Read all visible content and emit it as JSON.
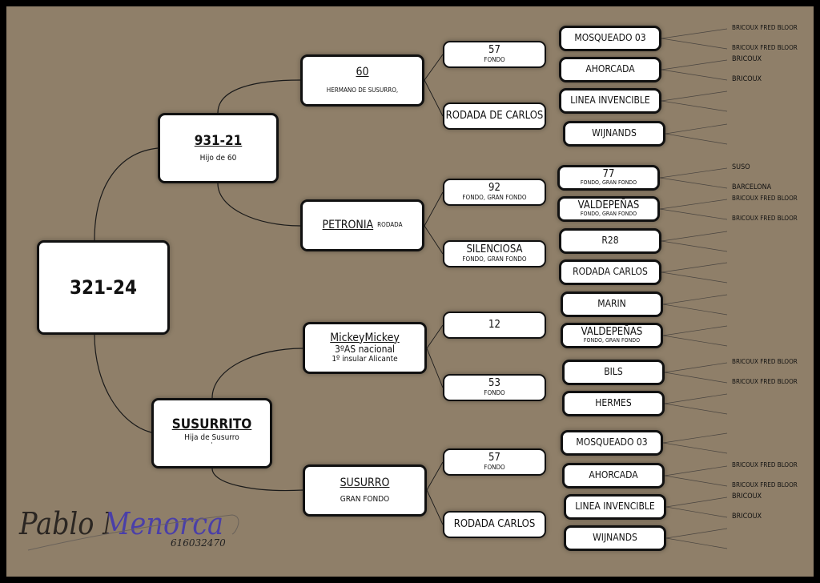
{
  "root": {
    "name": "321-24"
  },
  "sire": {
    "name": "931-21",
    "note": "Hijo de 60"
  },
  "dam": {
    "name": "SUSURRITO",
    "note": "Hija de Susurro",
    "note2": "'"
  },
  "gen2": [
    {
      "name": "60",
      "note": "HERMANO DE SUSURRO,"
    },
    {
      "name": "PETRONIA",
      "note": "RODADA"
    },
    {
      "name": "MickeyMickey",
      "note": "3ºAS nacional",
      "note2": "1º insular Alicante"
    },
    {
      "name": "SUSURRO",
      "note": "GRAN FONDO"
    }
  ],
  "gen3": [
    {
      "name": "57",
      "note": "FONDO"
    },
    {
      "name": "RODADA DE CARLOS",
      "note": ""
    },
    {
      "name": "92",
      "note": "FONDO, GRAN FONDO"
    },
    {
      "name": "SILENCIOSA",
      "note": "FONDO, GRAN FONDO"
    },
    {
      "name": "12",
      "note": ""
    },
    {
      "name": "53",
      "note": "FONDO"
    },
    {
      "name": "57",
      "note": "FONDO"
    },
    {
      "name": "RODADA CARLOS",
      "note": ""
    }
  ],
  "gen4": [
    {
      "name": "MOSQUEADO 03",
      "note": ""
    },
    {
      "name": "AHORCADA",
      "note": ""
    },
    {
      "name": "LINEA INVENCIBLE",
      "note": ""
    },
    {
      "name": "WIJNANDS",
      "note": ""
    },
    {
      "name": "77",
      "note": "FONDO, GRAN FONDO"
    },
    {
      "name": "VALDEPEÑAS",
      "note": "FONDO, GRAN FONDO"
    },
    {
      "name": "R28",
      "note": ""
    },
    {
      "name": "RODADA CARLOS",
      "note": ""
    },
    {
      "name": "MARIN",
      "note": ""
    },
    {
      "name": "VALDEPEÑAS",
      "note": "FONDO, GRAN FONDO"
    },
    {
      "name": "BILS",
      "note": ""
    },
    {
      "name": "HERMES",
      "note": ""
    },
    {
      "name": "MOSQUEADO 03",
      "note": ""
    },
    {
      "name": "AHORCADA",
      "note": ""
    },
    {
      "name": "LINEA INVENCIBLE",
      "note": ""
    },
    {
      "name": "WIJNANDS",
      "note": ""
    }
  ],
  "gen5": [
    "BRICOUX FRED BLOOR",
    "BRICOUX FRED BLOOR",
    "BRICOUX",
    "BRICOUX",
    "",
    "",
    "",
    "",
    "SUSO",
    "BARCELONA",
    "BRICOUX FRED BLOOR",
    "BRICOUX FRED BLOOR",
    "",
    "",
    "",
    "",
    "",
    "",
    "",
    "",
    "BRICOUX FRED BLOOR",
    "BRICOUX FRED BLOOR",
    "",
    "",
    "",
    "",
    "BRICOUX FRED BLOOR",
    "BRICOUX FRED BLOOR",
    "BRICOUX",
    "BRICOUX",
    "",
    ""
  ],
  "signature": {
    "name": "Pablo Menorca",
    "phone": "616032470"
  },
  "colors": {
    "background": "#8f7f69",
    "box": "#ffffff",
    "signature_accent": "#4a3fa8"
  }
}
